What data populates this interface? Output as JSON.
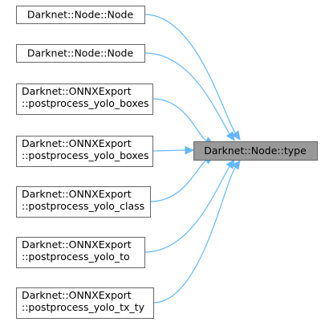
{
  "diagram": {
    "target": {
      "lines": [
        "Darknet::Node::type"
      ]
    },
    "callers": [
      {
        "lines": [
          "Darknet::Node::Node"
        ]
      },
      {
        "lines": [
          "Darknet::Node::Node"
        ]
      },
      {
        "lines": [
          "Darknet::ONNXExport",
          "::postprocess_yolo_boxes"
        ]
      },
      {
        "lines": [
          "Darknet::ONNXExport",
          "::postprocess_yolo_boxes"
        ]
      },
      {
        "lines": [
          "Darknet::ONNXExport",
          "::postprocess_yolo_class"
        ]
      },
      {
        "lines": [
          "Darknet::ONNXExport",
          "::postprocess_yolo_to"
        ]
      },
      {
        "lines": [
          "Darknet::ONNXExport",
          "::postprocess_yolo_tx_ty"
        ]
      }
    ],
    "colors": {
      "edge": "#63b8ff",
      "node_border": "#666666",
      "target_fill": "#999999",
      "node_fill": "#ffffff"
    }
  }
}
